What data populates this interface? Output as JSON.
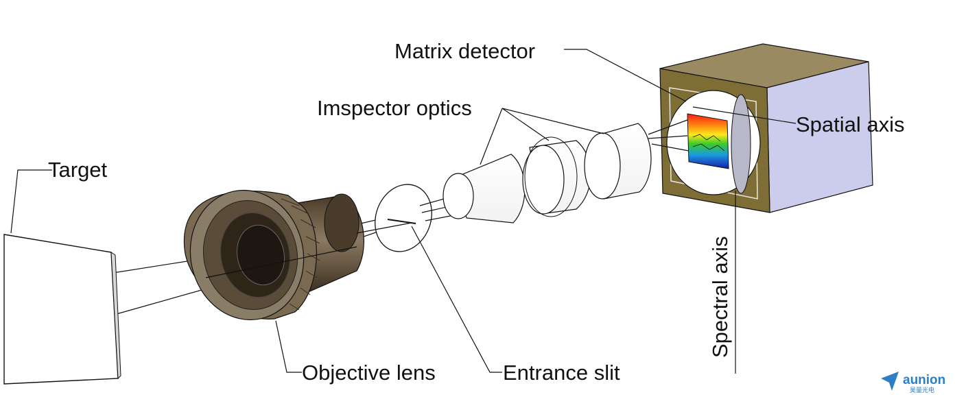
{
  "labels": {
    "matrix_detector": "Matrix detector",
    "imspector_optics": "Imspector optics",
    "spatial_axis": "Spatial axis",
    "target": "Target",
    "spectral_axis": "Spectral axis",
    "objective_lens": "Objective lens",
    "entrance_slit": "Entrance slit"
  },
  "logo": {
    "brand": "aunion",
    "sub": "昊量光电"
  },
  "colors": {
    "camera_face": "#7e6d35",
    "camera_side": "#ccccec",
    "camera_top": "#9a8a62",
    "lens_body": "#5a4a34",
    "logo_blue": "#2e7ec6"
  }
}
